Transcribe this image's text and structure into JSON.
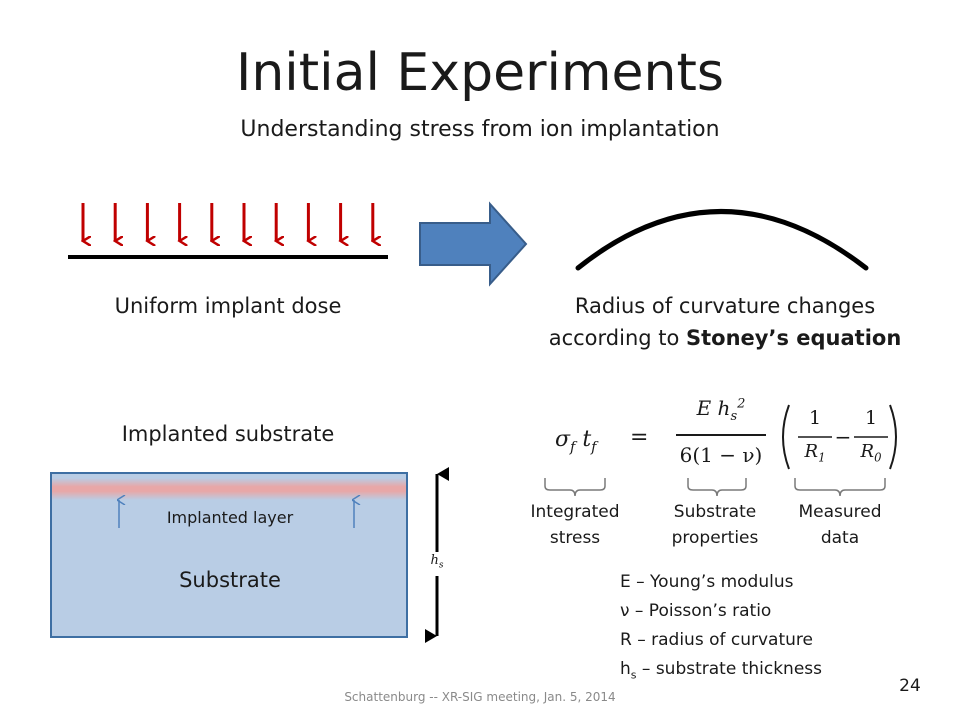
{
  "slide": {
    "title": "Initial Experiments",
    "subtitle": "Understanding stress from ion implantation",
    "footer": "Schattenburg -- XR-SIG meeting, Jan. 5, 2014",
    "page_number": "24"
  },
  "top_row": {
    "dose_caption": "Uniform implant dose",
    "curvature_caption_line1": "Radius of curvature changes",
    "curvature_caption_line2_prefix": "according to ",
    "curvature_caption_line2_bold": "Stoney’s equation",
    "arrow_count": 10,
    "arrow_color": "#c00000",
    "block_arrow_color": "#4f81bd"
  },
  "substrate_diagram": {
    "heading": "Implanted substrate",
    "implanted_layer_label": "Implanted layer",
    "substrate_label": "Substrate",
    "thickness_label": "h",
    "thickness_subscript": "s",
    "substrate_fill": "#b9cde5",
    "band_color": "#e8a7a7"
  },
  "equation": {
    "lhs": "σ_f t_f",
    "equals": "=",
    "numerator": "E h_s^2",
    "denominator": "6(1 − ν)",
    "bracket_term_1_num": "1",
    "bracket_term_1_den": "R_1",
    "minus": "−",
    "bracket_term_2_num": "1",
    "bracket_term_2_den": "R_0",
    "brace_labels": [
      {
        "line1": "Integrated",
        "line2": "stress"
      },
      {
        "line1": "Substrate",
        "line2": "properties"
      },
      {
        "line1": "Measured",
        "line2": "data"
      }
    ]
  },
  "legend": [
    "E – Young’s modulus",
    "ν – Poisson’s ratio",
    "R – radius of curvature",
    {
      "prefix": "h",
      "sub": "s",
      "suffix": " – substrate thickness"
    }
  ]
}
